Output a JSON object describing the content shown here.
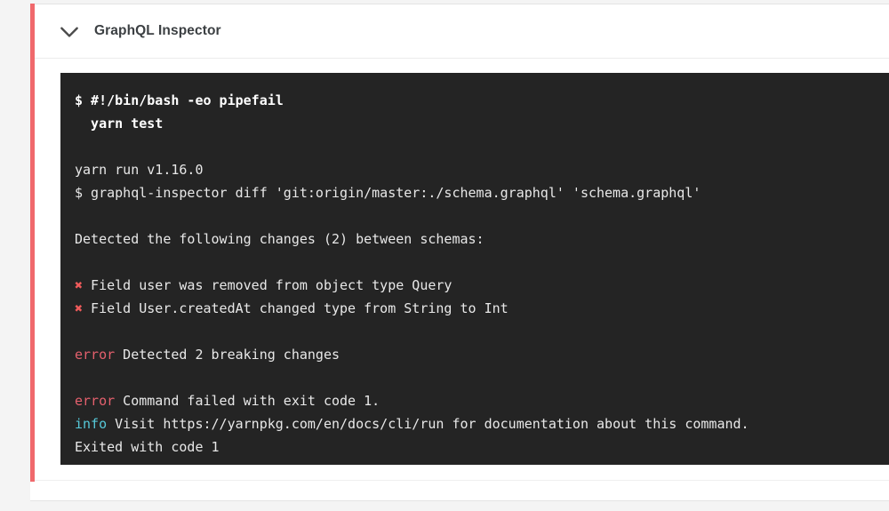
{
  "page": {
    "background_color": "#f4f4f4"
  },
  "job_card": {
    "status_color": "#f0696c",
    "status_meaning": "failed",
    "header": {
      "collapse_icon": "chevron-down-icon",
      "title": "GraphQL Inspector"
    },
    "terminal": {
      "background_color": "#242424",
      "text_color": "#e8e8e8",
      "error_color": "#e4606d",
      "info_color": "#56c8d8",
      "mark_color": "#ef5b5b",
      "lines": [
        {
          "id": "cmd-1",
          "style": "bold",
          "text": "$ #!/bin/bash -eo pipefail"
        },
        {
          "id": "cmd-2",
          "style": "bold",
          "text": "  yarn test"
        },
        {
          "id": "blank-1",
          "style": "blank",
          "text": ""
        },
        {
          "id": "out-1",
          "style": "plain",
          "text": "yarn run v1.16.0"
        },
        {
          "id": "out-2",
          "style": "plain",
          "text": "$ graphql-inspector diff 'git:origin/master:./schema.graphql' 'schema.graphql'"
        },
        {
          "id": "blank-2",
          "style": "blank",
          "text": ""
        },
        {
          "id": "out-3",
          "style": "plain",
          "text": "Detected the following changes (2) between schemas:"
        },
        {
          "id": "blank-3",
          "style": "blank",
          "text": ""
        },
        {
          "id": "change-1",
          "style": "mark",
          "mark": "✖",
          "text": "Field user was removed from object type Query"
        },
        {
          "id": "change-2",
          "style": "mark",
          "mark": "✖",
          "text": "Field User.createdAt changed type from String to Int"
        },
        {
          "id": "blank-4",
          "style": "blank",
          "text": ""
        },
        {
          "id": "err-1",
          "style": "label",
          "label": "error",
          "label_kind": "error",
          "text": " Detected 2 breaking changes"
        },
        {
          "id": "blank-5",
          "style": "blank",
          "text": ""
        },
        {
          "id": "err-2",
          "style": "label",
          "label": "error",
          "label_kind": "error",
          "text": " Command failed with exit code 1."
        },
        {
          "id": "info-1",
          "style": "label",
          "label": "info",
          "label_kind": "info",
          "text": " Visit https://yarnpkg.com/en/docs/cli/run for documentation about this command."
        },
        {
          "id": "exit-1",
          "style": "plain",
          "text": "Exited with code 1"
        }
      ]
    }
  }
}
